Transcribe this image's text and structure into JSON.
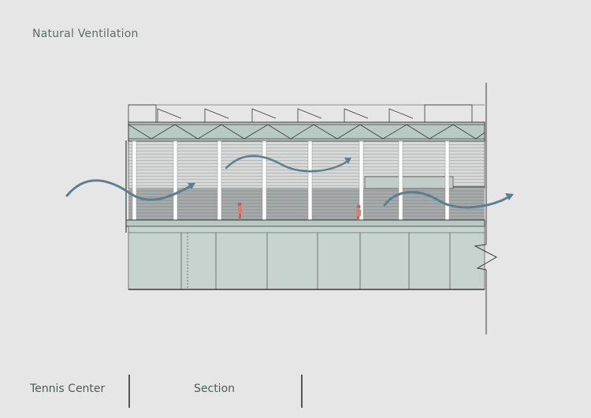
{
  "header": {
    "title": "Natural Ventilation"
  },
  "footer": {
    "project": "Tennis Center",
    "drawing_type": "Section"
  },
  "colors": {
    "background": "#e6e6e6",
    "facade_green": "#c7d3cf",
    "truss_green": "#b9c9c4",
    "airflow_arrow": "#5b7f91",
    "figure": "#e07b74",
    "line": "#3a3a3a"
  },
  "icons": [
    "airflow-arrow-icon",
    "person-figure-icon"
  ]
}
